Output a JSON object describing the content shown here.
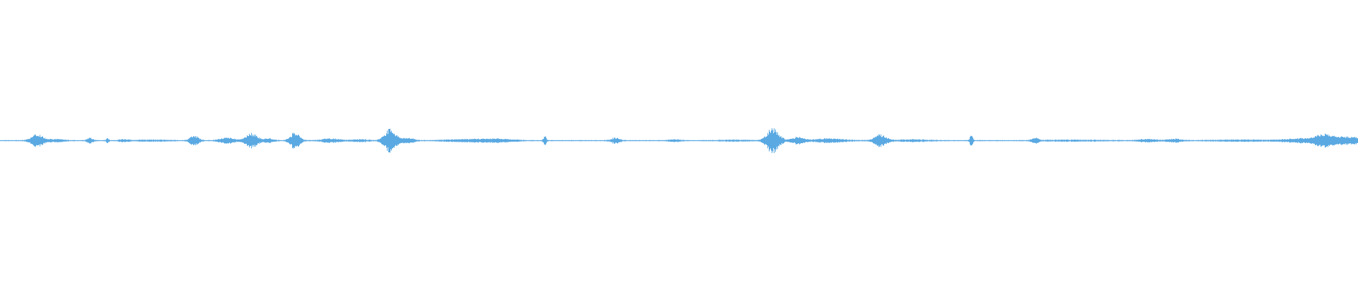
{
  "waveform": {
    "color": "#5aa9e2",
    "background": "#ffffff",
    "duration_fraction_range": [
      0,
      1
    ],
    "bursts": [
      {
        "position": 0.027,
        "amplitude": 0.045,
        "spread": 0.004
      },
      {
        "position": 0.04,
        "amplitude": 0.01,
        "spread": 0.006
      },
      {
        "position": 0.066,
        "amplitude": 0.02,
        "spread": 0.002
      },
      {
        "position": 0.079,
        "amplitude": 0.015,
        "spread": 0.001
      },
      {
        "position": 0.091,
        "amplitude": 0.01,
        "spread": 0.003
      },
      {
        "position": 0.112,
        "amplitude": 0.006,
        "spread": 0.01
      },
      {
        "position": 0.143,
        "amplitude": 0.035,
        "spread": 0.003
      },
      {
        "position": 0.167,
        "amplitude": 0.02,
        "spread": 0.005
      },
      {
        "position": 0.185,
        "amplitude": 0.055,
        "spread": 0.004
      },
      {
        "position": 0.198,
        "amplitude": 0.015,
        "spread": 0.003
      },
      {
        "position": 0.217,
        "amplitude": 0.065,
        "spread": 0.003
      },
      {
        "position": 0.243,
        "amplitude": 0.015,
        "spread": 0.006
      },
      {
        "position": 0.265,
        "amplitude": 0.01,
        "spread": 0.005
      },
      {
        "position": 0.287,
        "amplitude": 0.085,
        "spread": 0.004
      },
      {
        "position": 0.3,
        "amplitude": 0.02,
        "spread": 0.004
      },
      {
        "position": 0.345,
        "amplitude": 0.01,
        "spread": 0.015
      },
      {
        "position": 0.368,
        "amplitude": 0.01,
        "spread": 0.01
      },
      {
        "position": 0.401,
        "amplitude": 0.035,
        "spread": 0.001
      },
      {
        "position": 0.453,
        "amplitude": 0.02,
        "spread": 0.003
      },
      {
        "position": 0.497,
        "amplitude": 0.008,
        "spread": 0.004
      },
      {
        "position": 0.541,
        "amplitude": 0.005,
        "spread": 0.01
      },
      {
        "position": 0.569,
        "amplitude": 0.095,
        "spread": 0.004
      },
      {
        "position": 0.587,
        "amplitude": 0.025,
        "spread": 0.004
      },
      {
        "position": 0.61,
        "amplitude": 0.015,
        "spread": 0.01
      },
      {
        "position": 0.648,
        "amplitude": 0.045,
        "spread": 0.004
      },
      {
        "position": 0.672,
        "amplitude": 0.008,
        "spread": 0.01
      },
      {
        "position": 0.715,
        "amplitude": 0.04,
        "spread": 0.001
      },
      {
        "position": 0.762,
        "amplitude": 0.02,
        "spread": 0.002
      },
      {
        "position": 0.79,
        "amplitude": 0.005,
        "spread": 0.02
      },
      {
        "position": 0.845,
        "amplitude": 0.01,
        "spread": 0.006
      },
      {
        "position": 0.865,
        "amplitude": 0.012,
        "spread": 0.005
      },
      {
        "position": 0.915,
        "amplitude": 0.006,
        "spread": 0.02
      },
      {
        "position": 0.958,
        "amplitude": 0.015,
        "spread": 0.01
      },
      {
        "position": 0.975,
        "amplitude": 0.045,
        "spread": 0.006
      },
      {
        "position": 0.993,
        "amplitude": 0.03,
        "spread": 0.008
      }
    ],
    "noise_floor": 0.004
  }
}
